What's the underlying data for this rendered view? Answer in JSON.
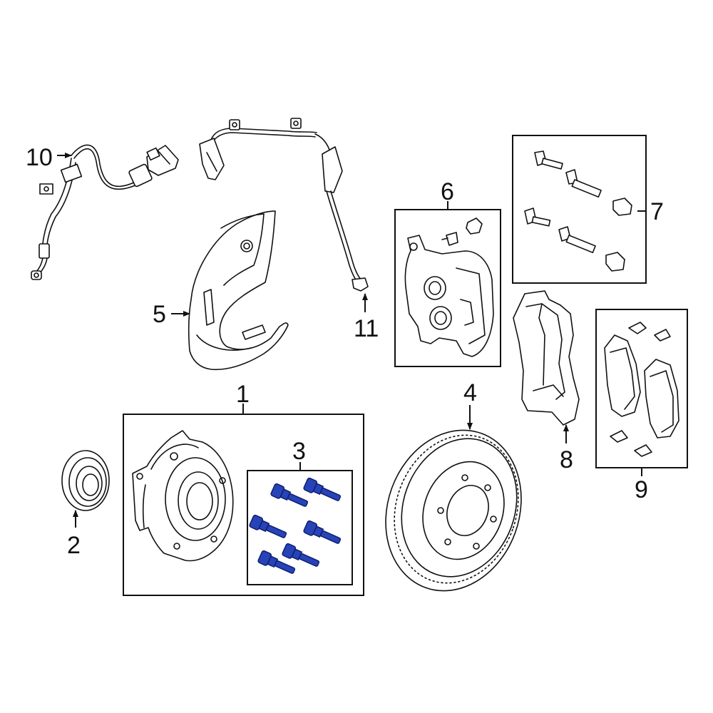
{
  "colors": {
    "line": "#111111",
    "highlight": "#2743b8",
    "highlight_dark": "#0f1f6e",
    "background": "#ffffff"
  },
  "callouts": {
    "c1": "1",
    "c2": "2",
    "c3": "3",
    "c4": "4",
    "c5": "5",
    "c6": "6",
    "c7": "7",
    "c8": "8",
    "c9": "9",
    "c10": "10",
    "c11": "11"
  }
}
